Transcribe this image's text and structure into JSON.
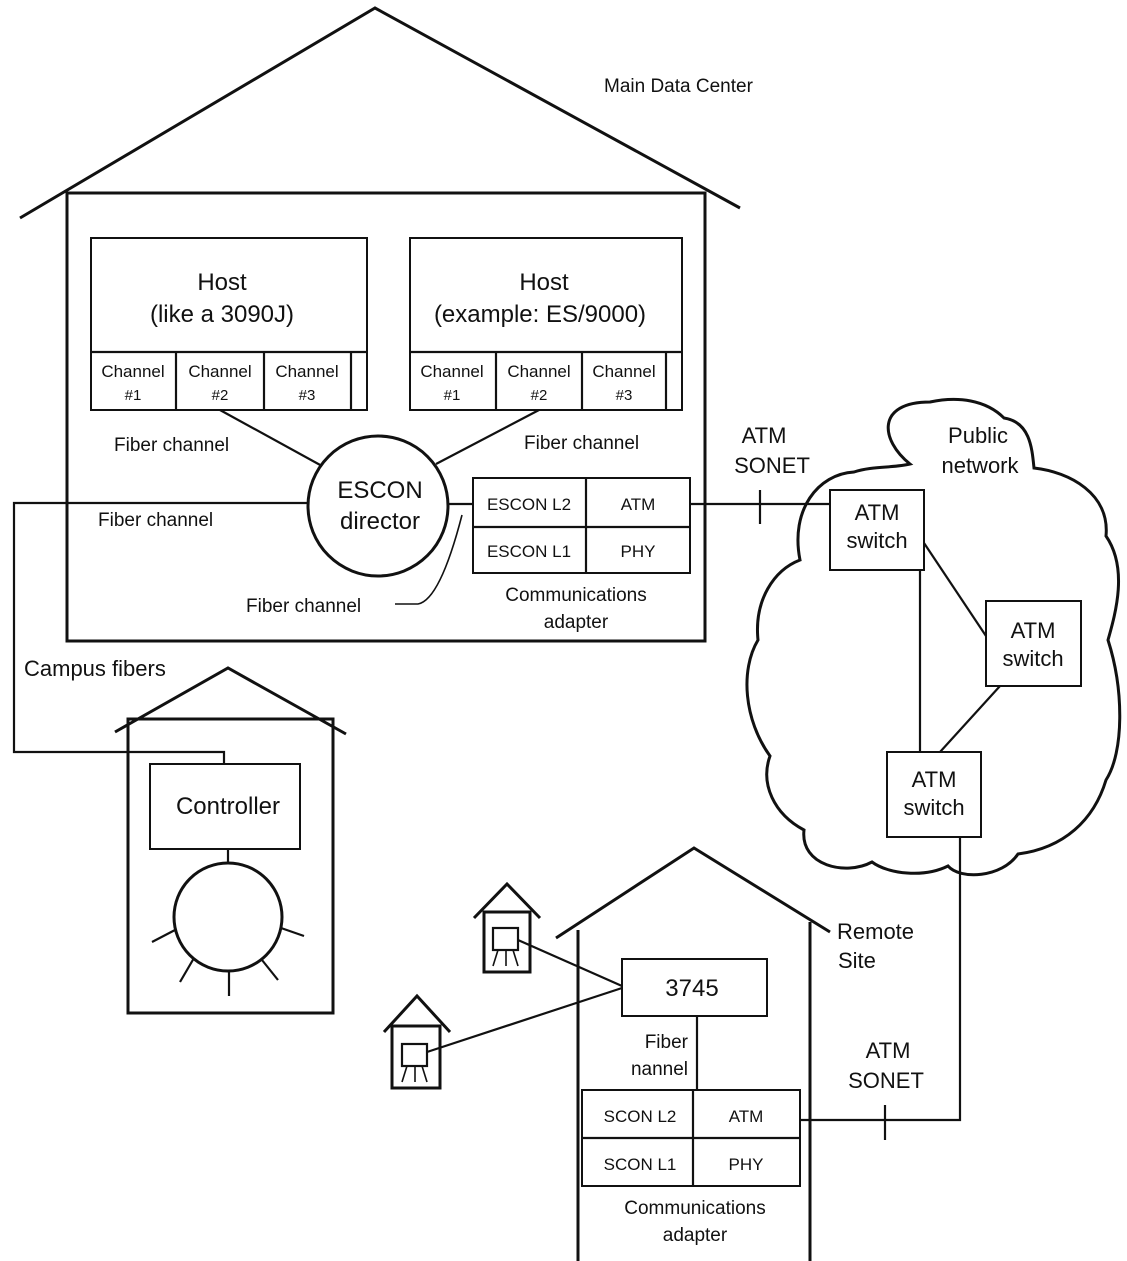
{
  "main_site": {
    "title": "Main Data Center"
  },
  "host1": {
    "line1": "Host",
    "line2": "(like a 3090J)",
    "channels": [
      {
        "name": "Channel",
        "num": "#1"
      },
      {
        "name": "Channel",
        "num": "#2"
      },
      {
        "name": "Channel",
        "num": "#3"
      }
    ]
  },
  "host2": {
    "line1": "Host",
    "line2": "(example: ES/9000)",
    "channels": [
      {
        "name": "Channel",
        "num": "#1"
      },
      {
        "name": "Channel",
        "num": "#2"
      },
      {
        "name": "Channel",
        "num": "#3"
      }
    ]
  },
  "links": {
    "fiber_channel": "Fiber channel",
    "atm": "ATM",
    "sonet": "SONET",
    "campus_fibers": "Campus fibers"
  },
  "escon_director": {
    "line1": "ESCON",
    "line2": "director"
  },
  "comm_adapter": {
    "escon_l2": "ESCON L2",
    "atm": "ATM",
    "escon_l1": "ESCON L1",
    "phy": "PHY",
    "line1": "Communications",
    "line2": "adapter"
  },
  "public_network": {
    "line1": "Public",
    "line2": "network"
  },
  "atm_switch": {
    "line1": "ATM",
    "line2": "switch"
  },
  "campus_building": {
    "controller": "Controller"
  },
  "remote_site": {
    "line1": "Remote",
    "line2": "Site",
    "device": "3745",
    "fiber_line1": "Fiber",
    "fiber_line2": "nannel",
    "adapter": {
      "escon_l2": "SCON L2",
      "atm": "ATM",
      "escon_l1": "SCON L1",
      "phy": "PHY",
      "line1": "Communications",
      "line2": "adapter"
    }
  }
}
